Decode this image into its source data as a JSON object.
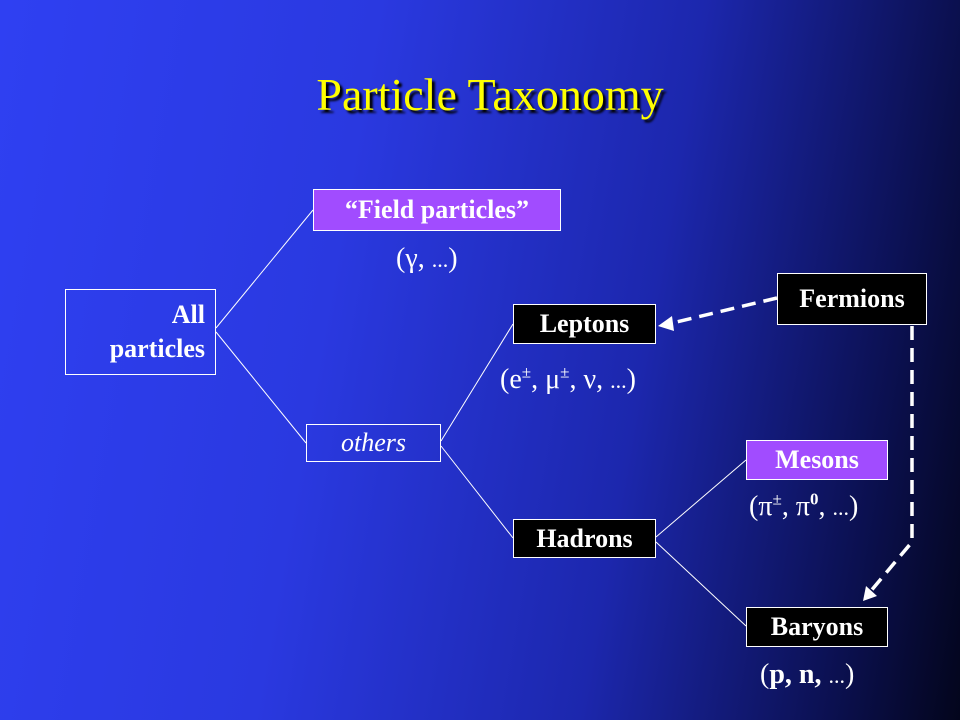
{
  "slide": {
    "title": "Particle Taxonomy"
  },
  "nodes": {
    "all_particles": {
      "line1": "All",
      "line2": "particles"
    },
    "field_particles": "“Field particles”",
    "others": "others",
    "leptons": "Leptons",
    "hadrons": "Hadrons",
    "mesons": "Mesons",
    "baryons": "Baryons",
    "fermions": "Fermions"
  },
  "examples": {
    "field": {
      "gamma": "γ",
      "sep": ", ",
      "dots": "...",
      "open": "(",
      "close": ")"
    },
    "leptons": {
      "e": "e",
      "pm": "±",
      "mu": "μ",
      "nu": "ν",
      "dots": "...",
      "open": "(",
      "close": ")"
    },
    "mesons": {
      "pi": "π",
      "pm": "±",
      "zero": "0",
      "dots": "...",
      "open": "(",
      "close": ")"
    },
    "baryons": {
      "text": "p, n, ",
      "dots": "...",
      "open": "(",
      "close": ")"
    }
  },
  "colors": {
    "title": "#ffff00",
    "purple_box": "#a14cff",
    "black_box": "#000000",
    "connector": "#ffffff"
  }
}
